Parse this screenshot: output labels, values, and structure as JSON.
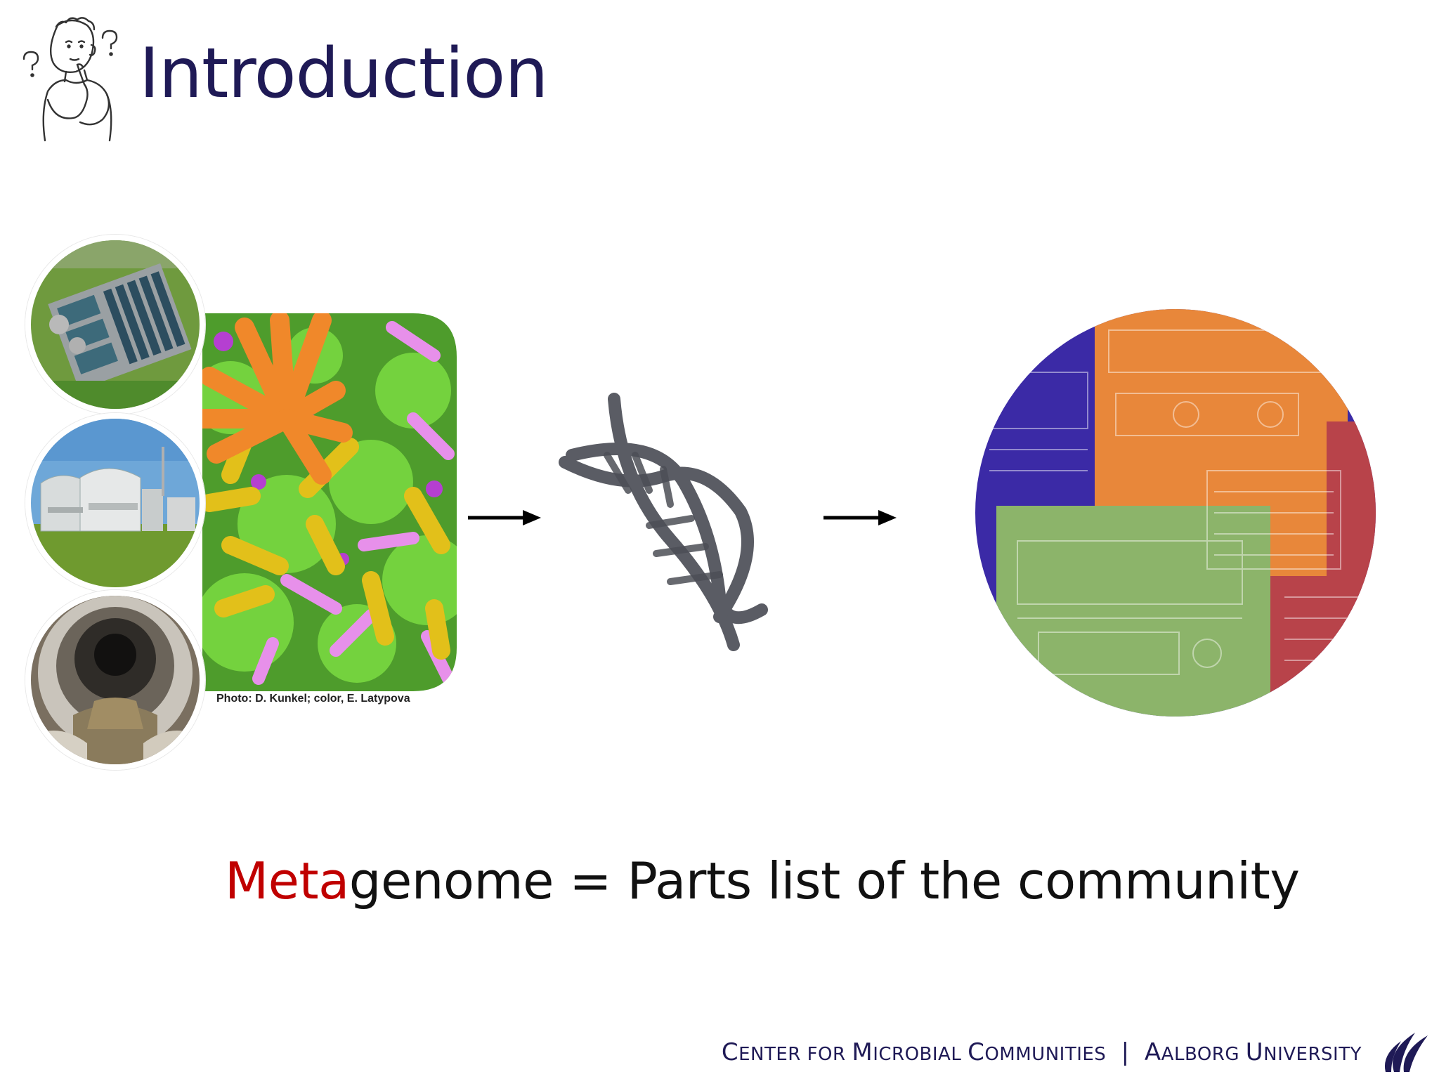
{
  "slide": {
    "title": "Introduction",
    "photo_credit": "Photo: D. Kunkel; color, E. Latypova",
    "statement": {
      "highlight": "Meta",
      "rest": "genome = Parts list of the community"
    },
    "footer": {
      "left_initial": "C",
      "left_rest": "ENTER FOR ",
      "m_initial": "M",
      "m_rest": "ICROBIAL ",
      "c_initial": "C",
      "c_rest": "OMMUNITIES",
      "separator": "|",
      "a_initial": "A",
      "a_rest": "ALBORG ",
      "u_initial": "U",
      "u_rest": "NIVERSITY"
    }
  },
  "icons": {
    "thinker": "thinking-person-icon",
    "dna": "dna-helix-icon",
    "arrow": "right-arrow-icon",
    "logo": "aalborg-university-logo-icon"
  },
  "colors": {
    "title": "#1f1a56",
    "highlight": "#c00000",
    "text": "#111111",
    "blueprint_blue": "#3a2aa8",
    "blueprint_orange": "#e8873a",
    "blueprint_green": "#8cb46a",
    "blueprint_red": "#b8434a",
    "microbe_orange": "#f28a2a",
    "microbe_green": "#6fcf3c",
    "microbe_yellow": "#e6c21c",
    "microbe_pink": "#e57ee6"
  }
}
